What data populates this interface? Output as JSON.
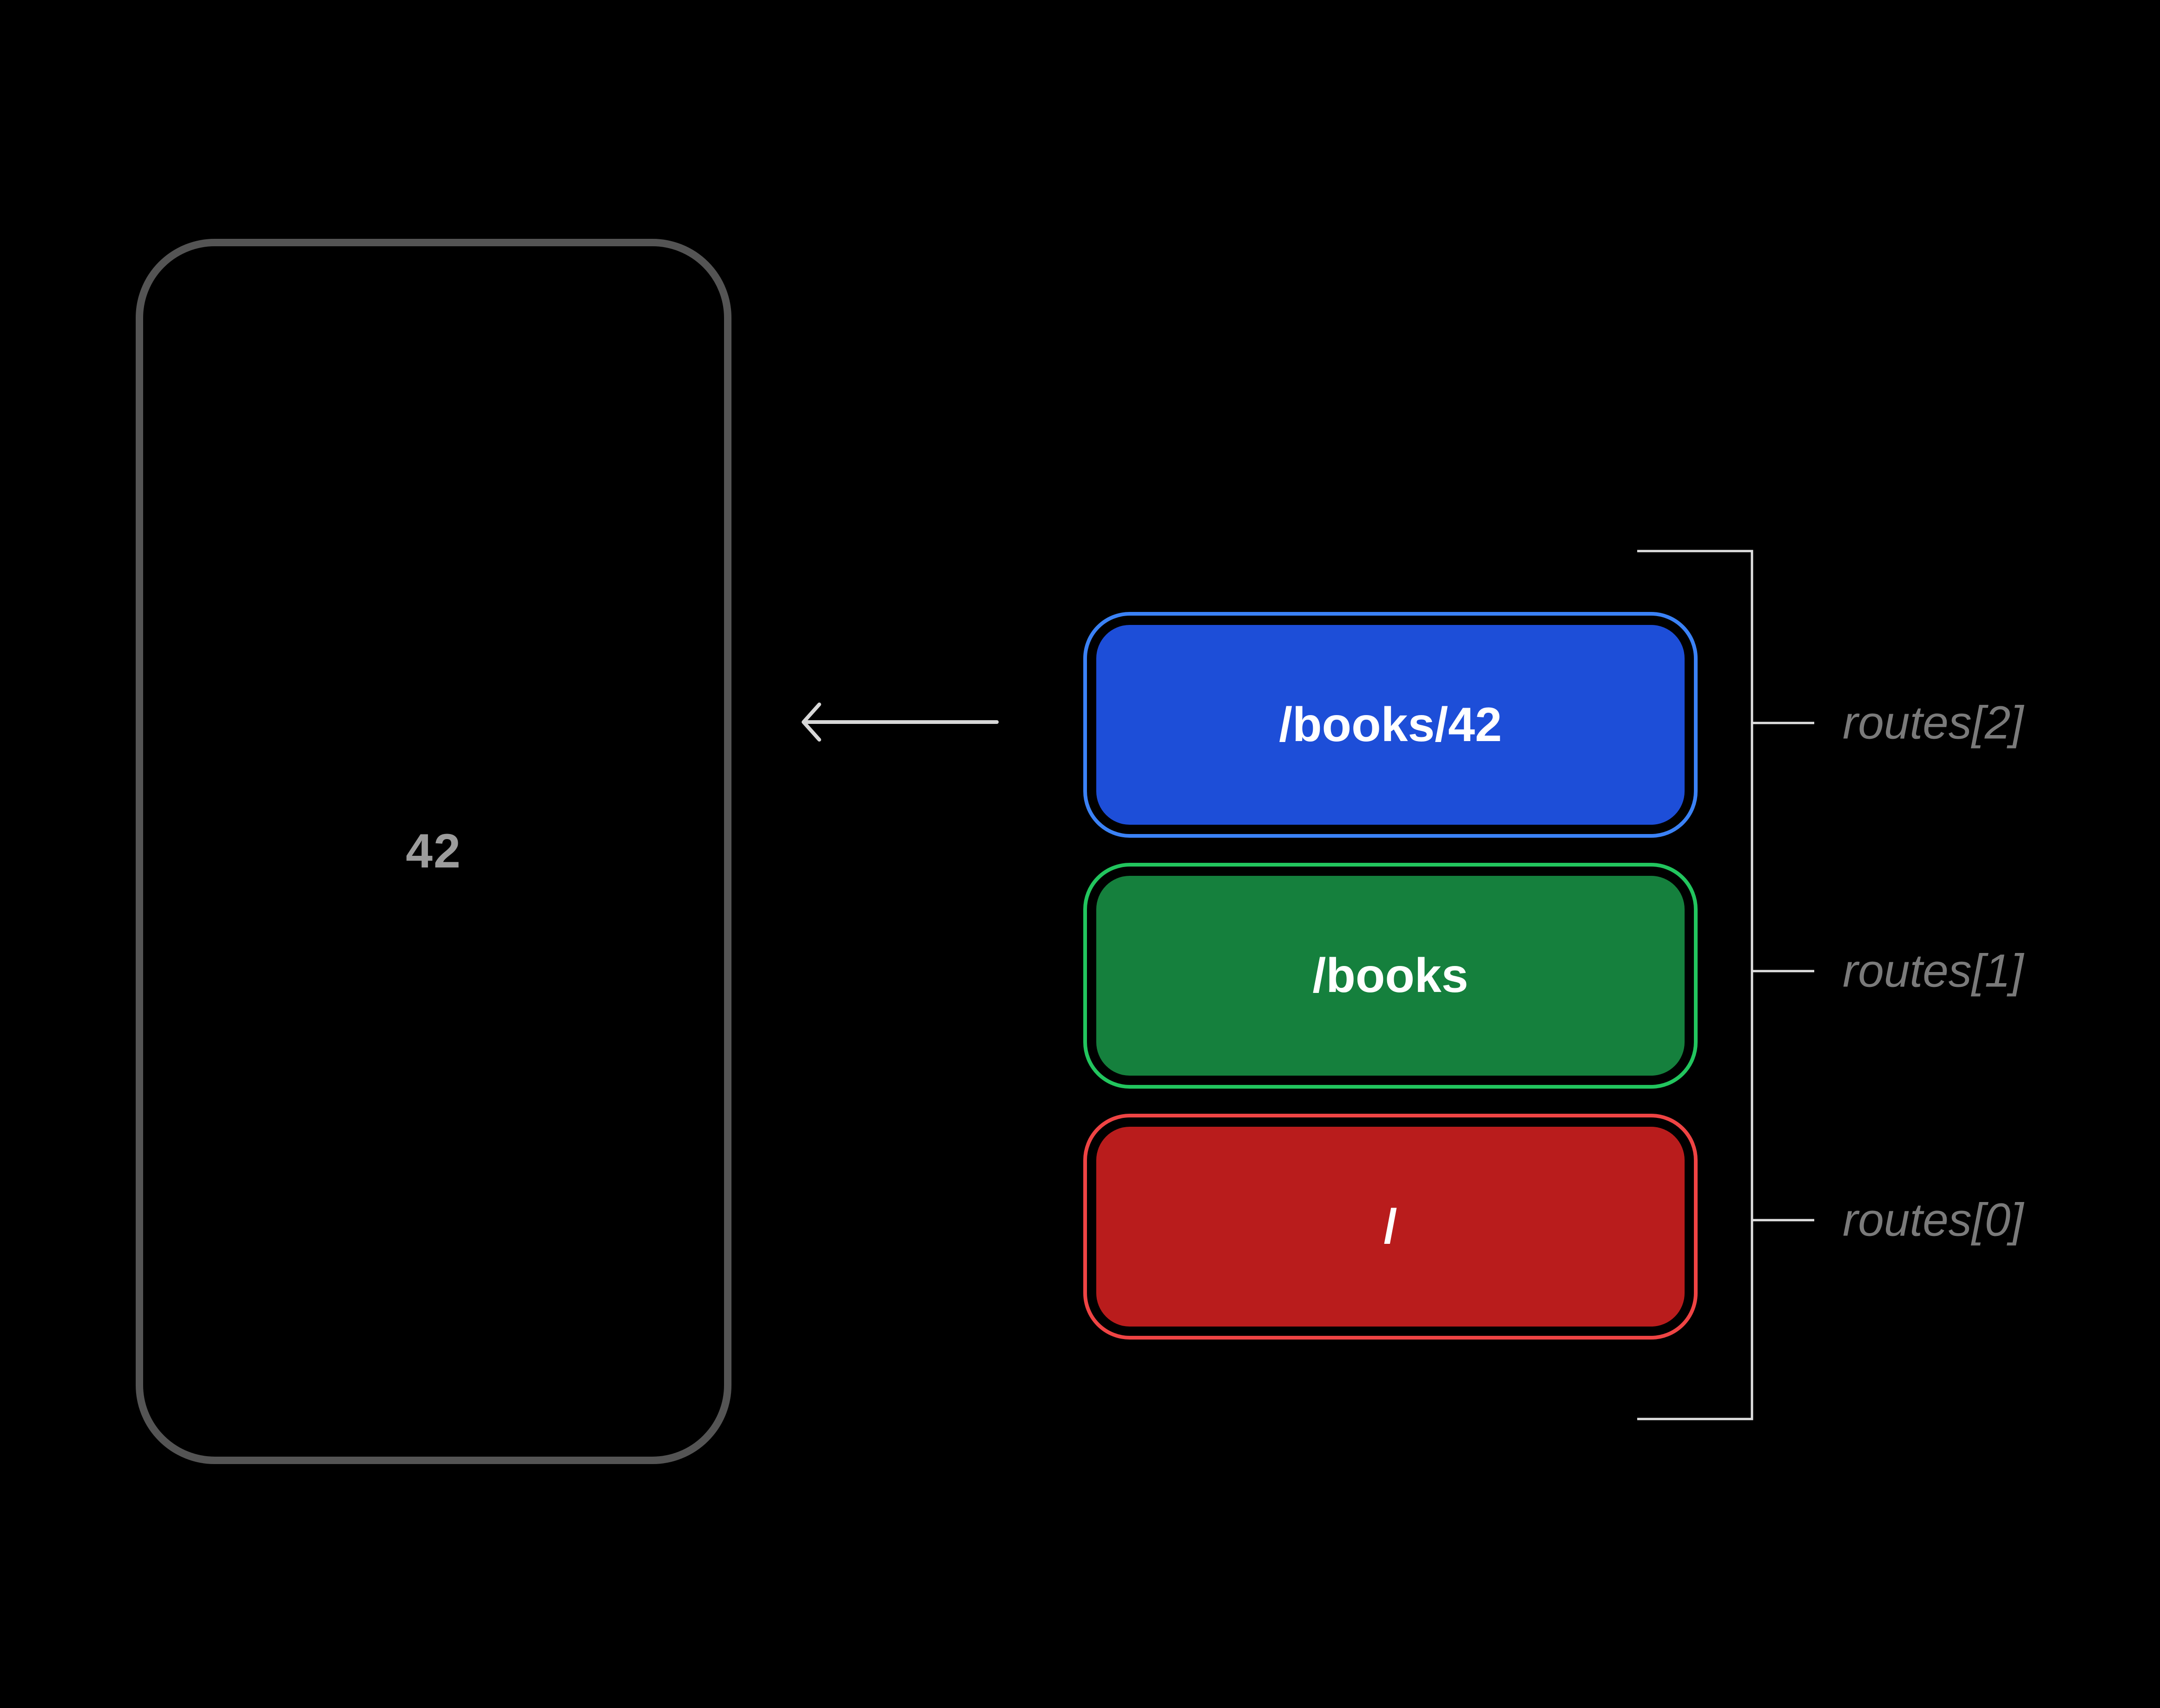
{
  "colors": {
    "background": "#000000",
    "phone_stroke": "#545454",
    "screen_number_gray": "#9c9c9c",
    "arrow_gray": "#d8d8d8",
    "bracket_gray": "#e0e0e0",
    "annotation_gray": "#7a7a7a",
    "text_white": "#ffffff"
  },
  "phone": {
    "screen_text": "42"
  },
  "arrow": {
    "direction": "left"
  },
  "routes": {
    "items": [
      {
        "label": "/books/42",
        "annotation": "routes[2]",
        "outline_color": "#3b82f6",
        "fill_color": "#1d4ed8"
      },
      {
        "label": "/books",
        "annotation": "routes[1]",
        "outline_color": "#22c55e",
        "fill_color": "#15803d"
      },
      {
        "label": "/",
        "annotation": "routes[0]",
        "outline_color": "#ef4444",
        "fill_color": "#b91c1c"
      }
    ]
  }
}
